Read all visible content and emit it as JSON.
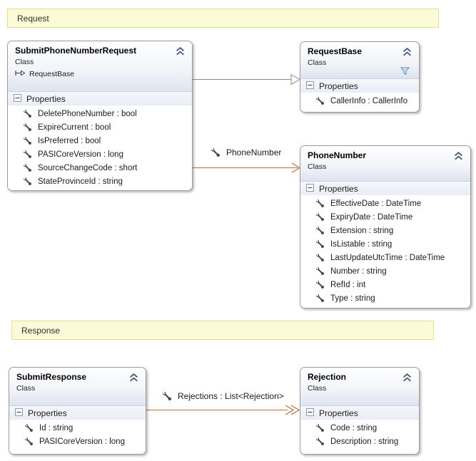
{
  "banners": {
    "request": "Request",
    "response": "Response"
  },
  "classes": {
    "submit_phone_number_request": {
      "title": "SubmitPhoneNumberRequest",
      "kind": "Class",
      "base_type": "RequestBase",
      "compartment_label": "Properties",
      "properties": [
        "DeletePhoneNumber : bool",
        "ExpireCurrent : bool",
        "IsPreferred : bool",
        "PASICoreVersion : long",
        "SourceChangeCode : short",
        "StateProvinceId : string"
      ]
    },
    "request_base": {
      "title": "RequestBase",
      "kind": "Class",
      "compartment_label": "Properties",
      "properties": [
        "CallerInfo : CallerInfo"
      ]
    },
    "phone_number": {
      "title": "PhoneNumber",
      "kind": "Class",
      "compartment_label": "Properties",
      "properties": [
        "EffectiveDate : DateTime",
        "ExpiryDate : DateTime",
        "Extension : string",
        "IsListable : string",
        "LastUpdateUtcTime : DateTime",
        "Number : string",
        "RefId : int",
        "Type : string"
      ]
    },
    "submit_response": {
      "title": "SubmitResponse",
      "kind": "Class",
      "compartment_label": "Properties",
      "properties": [
        "Id : string",
        "PASICoreVersion : long"
      ]
    },
    "rejection": {
      "title": "Rejection",
      "kind": "Class",
      "compartment_label": "Properties",
      "properties": [
        "Code : string",
        "Description : string"
      ]
    }
  },
  "connectors": {
    "inheritance_to_request_base": {
      "type": "inheritance",
      "label": ""
    },
    "phone_number_association": {
      "type": "association",
      "label": "PhoneNumber"
    },
    "rejections_association": {
      "type": "collection-association",
      "label": "Rejections : List<Rejection>"
    }
  },
  "icons": {
    "wrench": "property-wrench-icon",
    "collapse_chevron": "collapse-chevron-icon",
    "expander_minus": "collapse-expander-icon",
    "filter": "filter-funnel-icon",
    "inheritance_glyph": "inheritance-arrow-icon"
  },
  "colors": {
    "banner_bg": "#FBFBD7",
    "banner_border": "#E2E18B",
    "box_border": "#9C9C9C",
    "header_gradient_bottom": "#DEE4EF",
    "compartment_header_bg": "#E9EDF5",
    "association_arrow": "#B4703A",
    "inheritance_arrow": "#8C8C8C",
    "wrench_icon": "#4A4A4A"
  }
}
